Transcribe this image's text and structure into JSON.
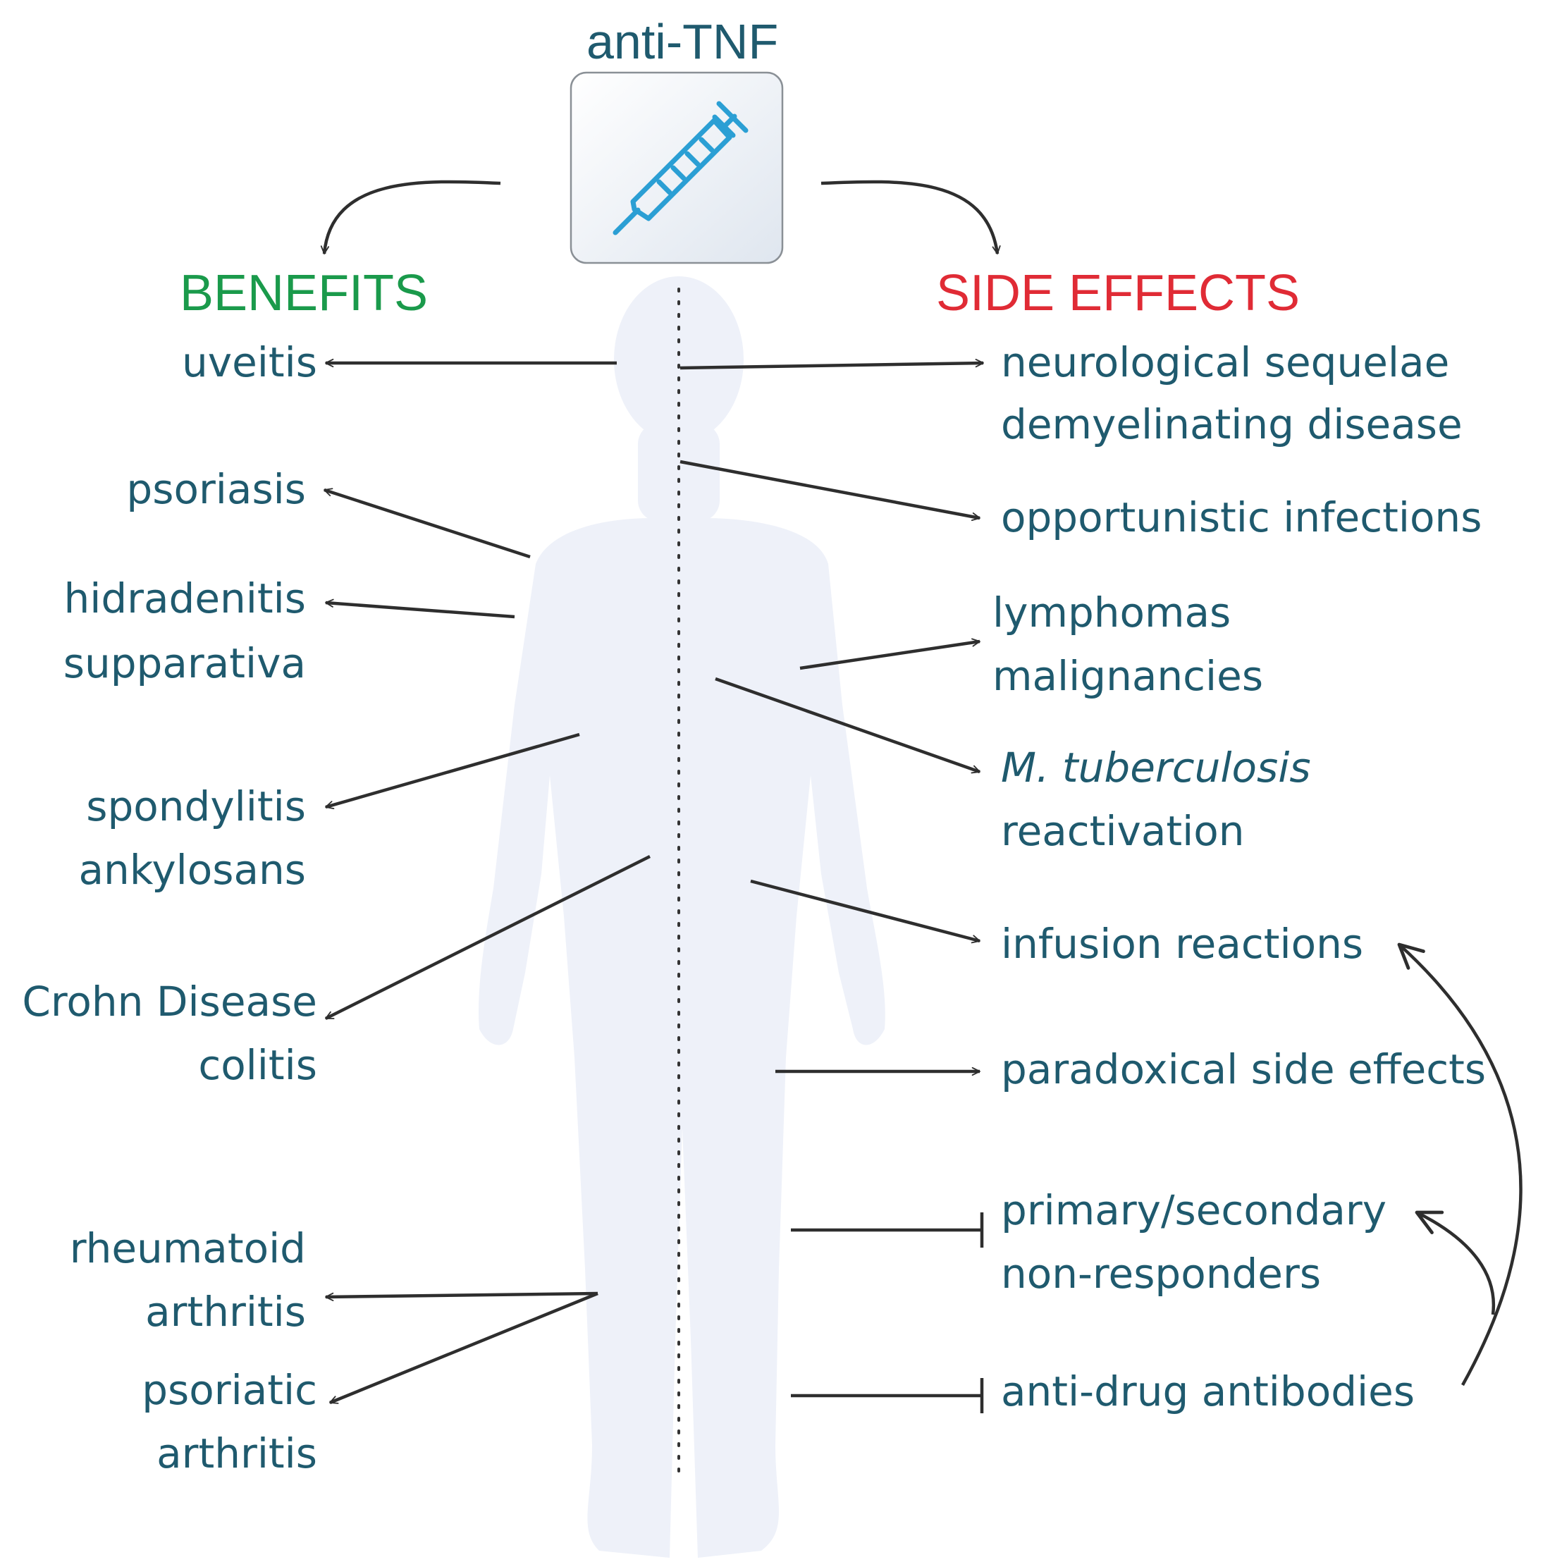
{
  "drug": {
    "label": "anti-TNF"
  },
  "headings": {
    "benefits": "BENEFITS",
    "side_effects": "SIDE EFFECTS"
  },
  "benefits": {
    "uveitis": "uveitis",
    "psoriasis": "psoriasis",
    "hidradenitis_1": "hidradenitis",
    "hidradenitis_2": "supparativa",
    "spondylitis_1": "spondylitis",
    "spondylitis_2": "ankylosans",
    "crohn_1": "Crohn Disease",
    "crohn_2": "colitis",
    "ra_1": "rheumatoid",
    "ra_2": "arthritis",
    "pa_1": "psoriatic",
    "pa_2": "arthritis"
  },
  "side_effects": {
    "neuro_1": "neurological sequelae",
    "neuro_2": "demyelinating disease",
    "opportunistic": "opportunistic infections",
    "lymph_1": "lymphomas",
    "lymph_2": "malignancies",
    "tb_1": "M. tuberculosis",
    "tb_2": "reactivation",
    "infusion": "infusion reactions",
    "paradoxical": "paradoxical side effects",
    "nonresp_1": "primary/secondary",
    "nonresp_2": "non-responders",
    "ada": "anti-drug antibodies"
  },
  "colors": {
    "benefits": "#1a9a4b",
    "side_effects": "#e02b35",
    "text": "#1f5a6e",
    "syringe": "#2b9fd4",
    "arrow": "#2e2e2e",
    "silhouette": "#eef1f9"
  },
  "icons": [
    "syringe-icon",
    "human-silhouette"
  ]
}
